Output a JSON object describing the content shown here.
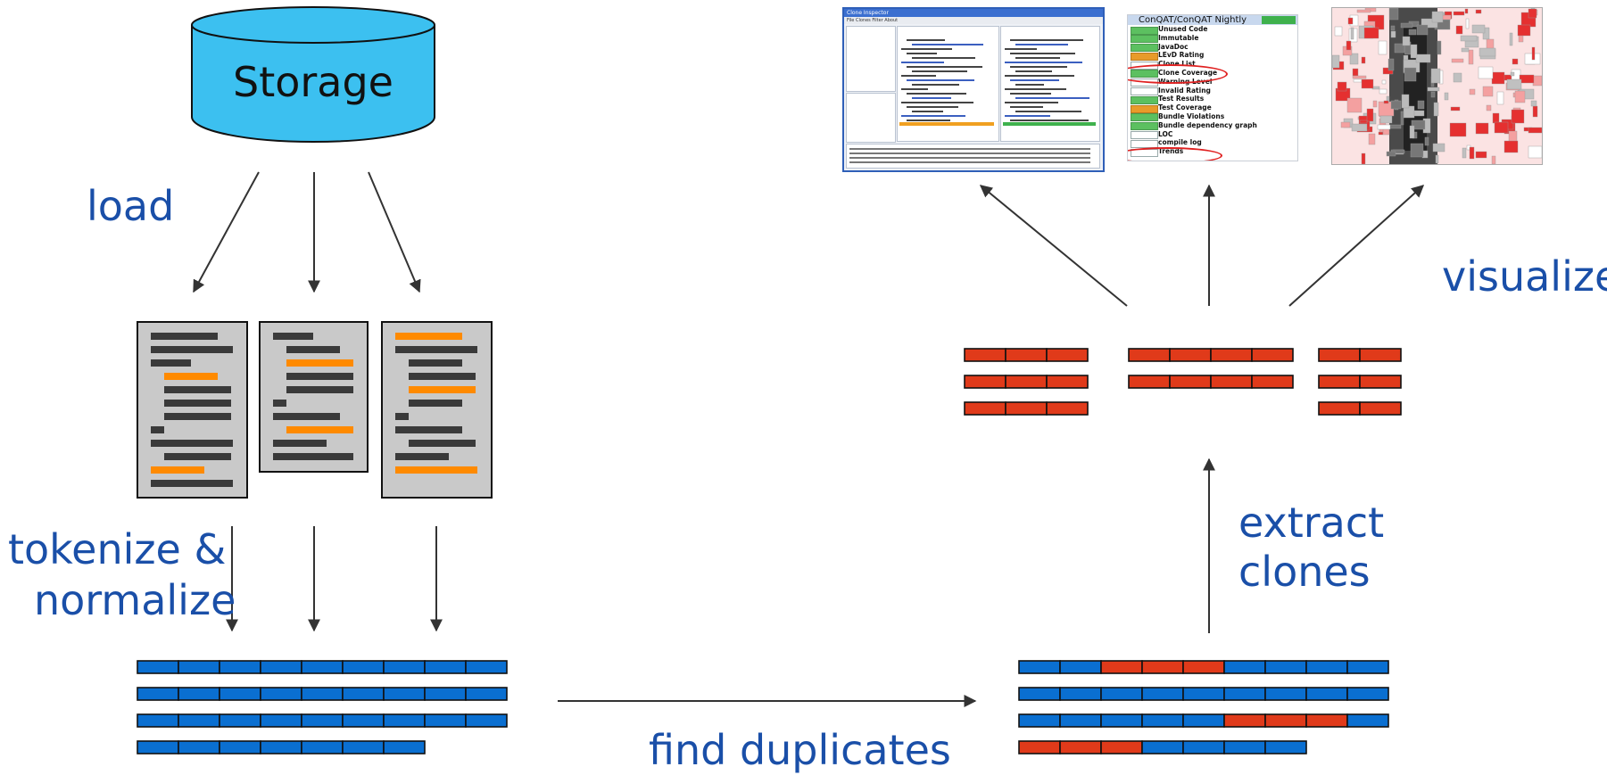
{
  "nodes": {
    "storage": "Storage"
  },
  "labels": {
    "load": "load",
    "tokenize_line1": "tokenize &",
    "tokenize_line2": "normalize",
    "find_duplicates": "find duplicates",
    "extract_line1": "extract",
    "extract_line2": "clones",
    "visualize": "visualize"
  },
  "report": {
    "title": "ConQAT/ConQAT Nightly",
    "rows": [
      {
        "text": "Unused Code",
        "badge": "g"
      },
      {
        "text": "Immutable",
        "badge": "g"
      },
      {
        "text": "JavaDoc",
        "badge": "g"
      },
      {
        "text": "LEvD Rating",
        "badge": "o"
      },
      {
        "text": "Clone List",
        "badge": "w"
      },
      {
        "text": "Clone Coverage",
        "badge": "g"
      },
      {
        "text": "Warning Level",
        "badge": "w"
      },
      {
        "text": "Invalid Rating",
        "badge": "w"
      },
      {
        "text": "Test Results",
        "badge": "g"
      },
      {
        "text": "Test Coverage",
        "badge": "o"
      },
      {
        "text": "Bundle Violations",
        "badge": "g"
      },
      {
        "text": "Bundle dependency graph",
        "badge": "g"
      },
      {
        "text": "LOC",
        "badge": "w"
      },
      {
        "text": "compile log",
        "badge": "w"
      },
      {
        "text": "Trends",
        "badge": "w"
      }
    ]
  },
  "ide": {
    "title": "Clone Inspector",
    "menu": "File  Clones  Filter  About"
  },
  "colors": {
    "label_blue": "#1a4fa8",
    "token_blue": "#0a6fd1",
    "token_red": "#e03a1a",
    "highlight_orange": "#ff8a00",
    "storage_fill": "#3cc0f0",
    "document_fill": "#c9c9c9",
    "code_line": "#3a3a3a",
    "arrow": "#333333"
  },
  "icons": {
    "storage": "database-cylinder-icon",
    "document": "source-file-icon"
  }
}
